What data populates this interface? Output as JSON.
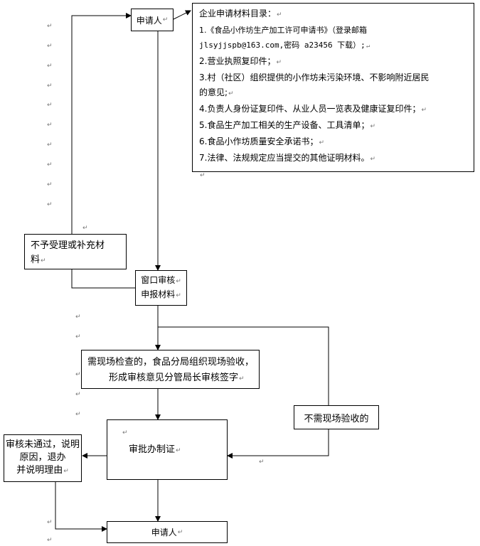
{
  "nodes": {
    "applicant_top": "申请人",
    "materials_title": "企业申请材料目录：",
    "materials_items": [
      "1.《食品小作坊生产加工许可申请书》（登录邮箱",
      "jlsyjjspb@163.com,密码 a23456 下载）;",
      "2.营业执照复印件；",
      "3.村（社区）组织提供的小作坊未污染环境、不影响附近居民",
      "的意见;",
      "4.负责人身份证复印件、从业人员一览表及健康证复印件；",
      "5.食品生产加工相关的生产设备、工具清单；",
      "6.食品小作坊质量安全承诺书；",
      "7.法律、法规规定应当提交的其他证明材料。"
    ],
    "reject": [
      "不予受理或补充材",
      "料"
    ],
    "window_review": [
      "窗口审核",
      "申报材料"
    ],
    "onsite": [
      "需现场检查的，食品分局组织现场验收，",
      "形成审核意见分管局长审核签字"
    ],
    "no_onsite": "不需现场验收的",
    "approve": "审批办制证",
    "fail": [
      "审核未通过，说明",
      "原因，退办",
      "并说明理由"
    ],
    "applicant_bottom": "申请人"
  },
  "para_mark": "↵",
  "colors": {
    "line": "#000000",
    "mark": "#777777"
  }
}
